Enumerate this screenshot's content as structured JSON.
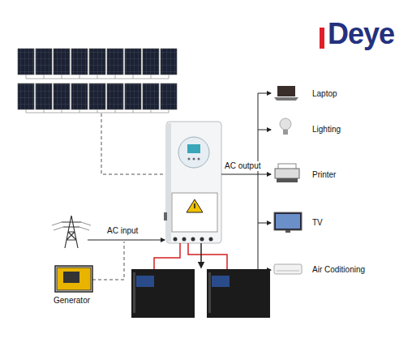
{
  "diagram": {
    "title": "Deye",
    "nodes": [
      {
        "text": [
          "Laptop"
        ]
      },
      {
        "text": [
          "Lighting"
        ]
      },
      {
        "text": [
          "Printer"
        ]
      },
      {
        "text": [
          "TV"
        ]
      },
      {
        "text": [
          "Air Coditioning"
        ]
      },
      {
        "text": [
          "Generator"
        ]
      }
    ],
    "labels": [
      "AC output",
      "AC input"
    ]
  }
}
